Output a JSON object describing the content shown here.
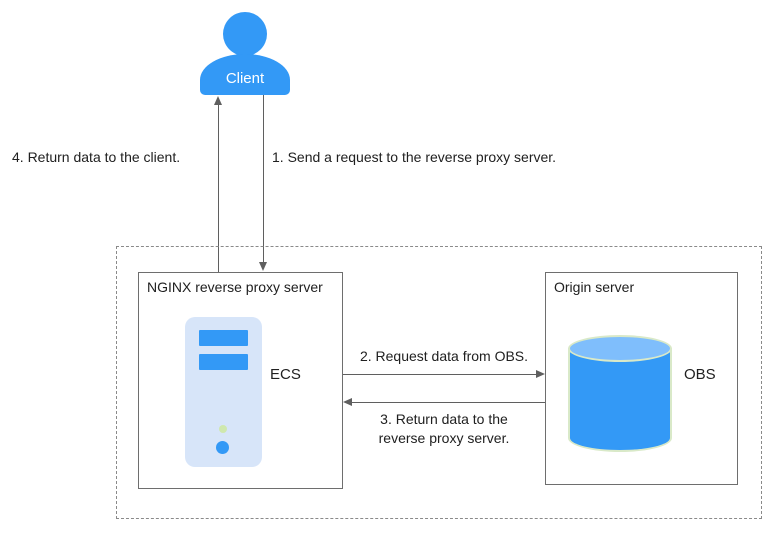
{
  "colors": {
    "accent_blue": "#3399F6",
    "light_blue_top": "#7FBEFC",
    "pale_green_stroke": "#D9E9C8",
    "icon_body_blue": "#D7E5F9",
    "dot_green": "#CFE8AE",
    "line_gray": "#5F5F5F",
    "border_gray": "#6E6E6E",
    "dashed_gray": "#8A8A8A",
    "text_color": "#202020"
  },
  "client": {
    "label": "Client"
  },
  "steps": {
    "step1": "1. Send a request to the reverse proxy server.",
    "step2": "2. Request data from OBS.",
    "step3": "3. Return data to the\nreverse proxy server.",
    "step4": "4. Return data to the client."
  },
  "nginx_box": {
    "title": "NGINX reverse proxy server",
    "server_label": "ECS"
  },
  "origin_box": {
    "title": "Origin server",
    "storage_label": "OBS"
  }
}
